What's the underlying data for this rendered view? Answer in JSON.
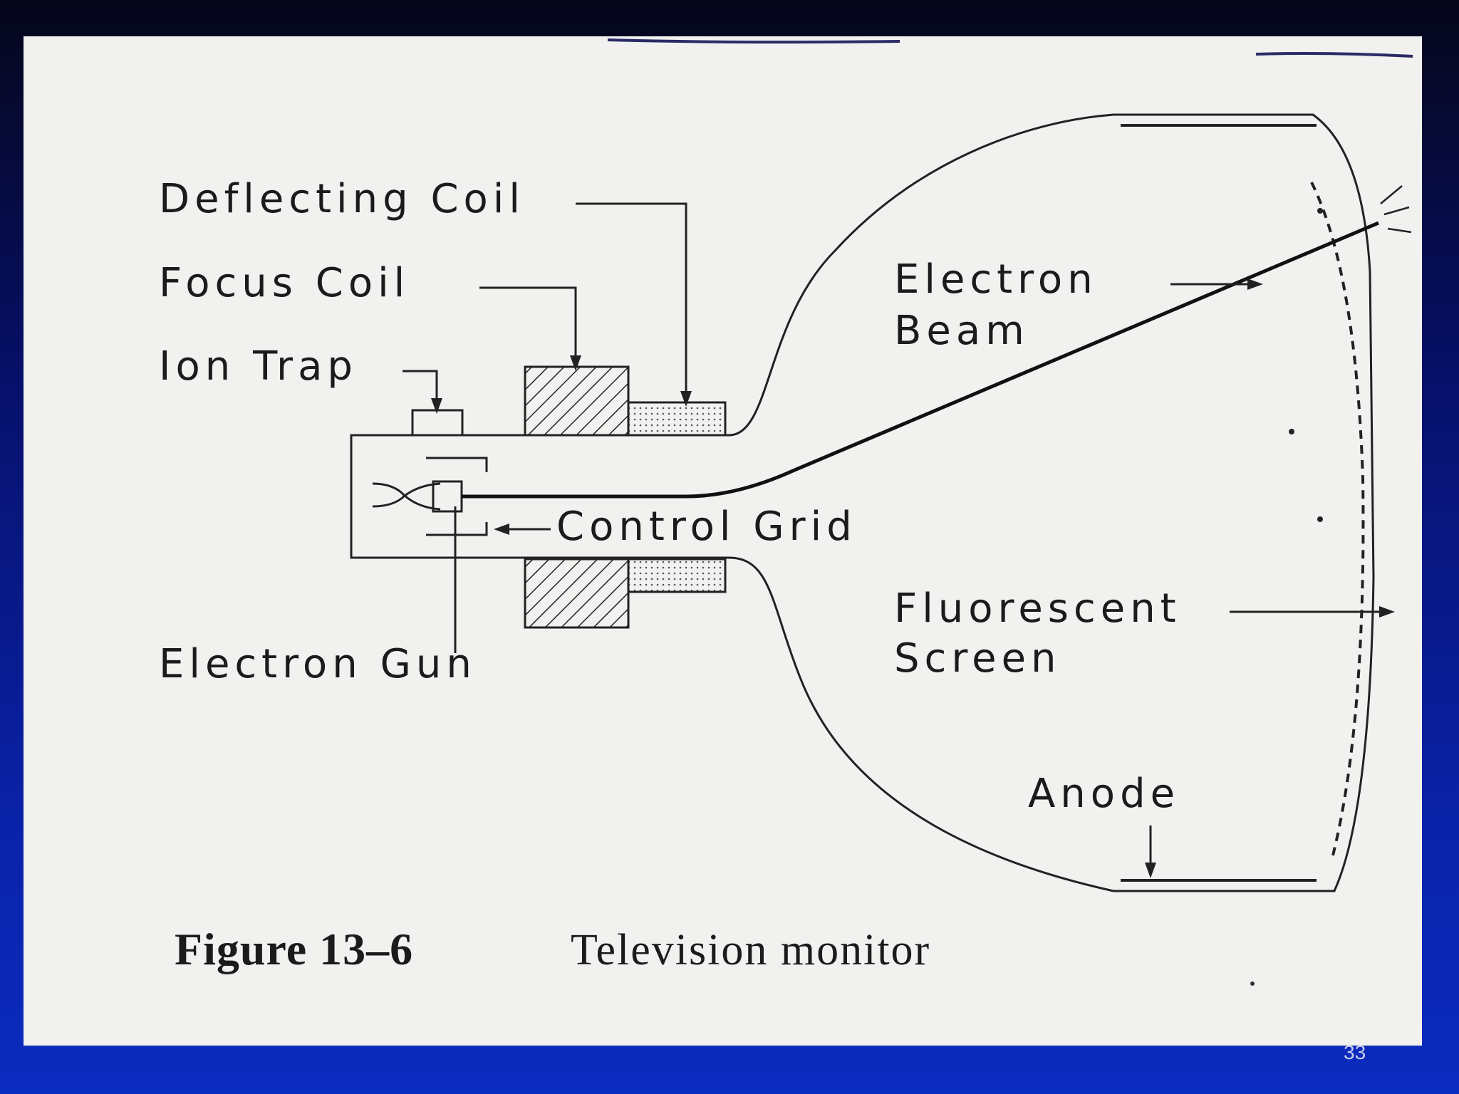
{
  "diagram": {
    "labels": {
      "deflecting_coil": "Deflecting Coil",
      "focus_coil": "Focus Coil",
      "ion_trap": "Ion Trap",
      "electron_beam_line1": "Electron",
      "electron_beam_line2": "Beam",
      "control_grid": "Control Grid",
      "fluorescent_screen_line1": "Fluorescent",
      "fluorescent_screen_line2": "Screen",
      "electron_gun": "Electron Gun",
      "anode": "Anode"
    }
  },
  "caption": {
    "figure_number": "Figure 13–6",
    "title": "Television monitor"
  },
  "slide": {
    "page_number": "33"
  }
}
